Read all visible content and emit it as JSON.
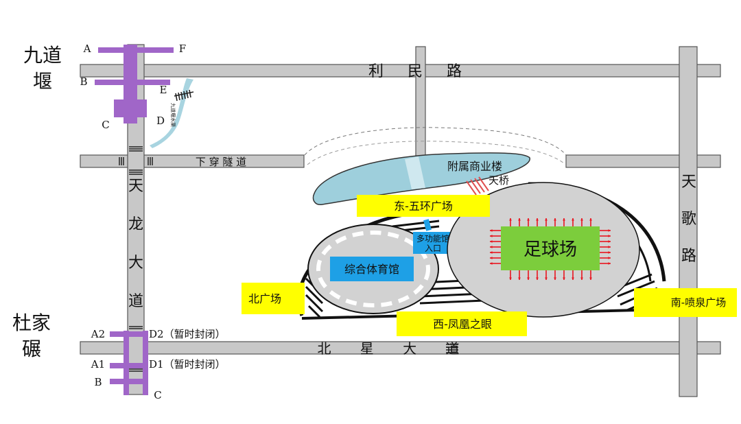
{
  "colors": {
    "road": "#c8c8c8",
    "road_edge": "#555555",
    "metro": "#a066c8",
    "water": "#a8d4e0",
    "building": "#9ecfdc",
    "highlight": "#ffff00",
    "hall_blue": "#1ea0e6",
    "field_green": "#7ccd3c",
    "arrow_red": "#e8141e",
    "stadium_gray": "#d2d2d2"
  },
  "roads": {
    "limin": "利 民 路",
    "underpass": "下 穿 隧 道",
    "tianlong": [
      "天",
      "龙",
      "大",
      "道"
    ],
    "beixing": "北 星 大 道",
    "tiange": [
      "天",
      "歌",
      "路"
    ]
  },
  "stations": {
    "jiudaoyan": {
      "name": [
        "九道",
        "堰"
      ],
      "exits": [
        "A",
        "F",
        "B",
        "E",
        "C",
        "D"
      ]
    },
    "dujiaqi": {
      "name": [
        "杜家",
        "碾"
      ],
      "exits": [
        "A2",
        "D2（暂时封闭）",
        "A1",
        "D1（暂时封闭）",
        "B",
        "C"
      ]
    }
  },
  "water_label": "九道堰水渠",
  "areas": {
    "commercial": "附属商业楼",
    "skybridge": "天桥",
    "east": "东-五环广场",
    "multi_entry": [
      "多功能馆",
      "入口"
    ],
    "gym": "综合体育馆",
    "stadium": "足球场",
    "north": "北广场",
    "west": "西-凤凰之眼",
    "south": "南-喷泉广场"
  }
}
